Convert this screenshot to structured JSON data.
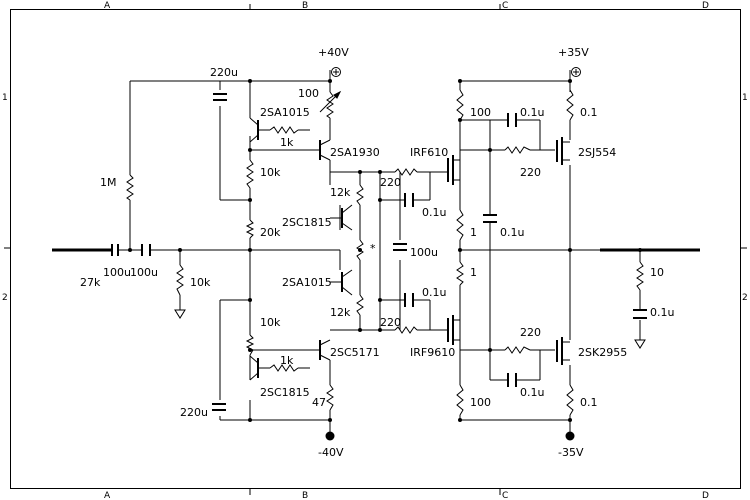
{
  "frame": {
    "columns": [
      "A",
      "B",
      "C",
      "D"
    ],
    "rows": [
      "1",
      "2"
    ]
  },
  "rails": {
    "pos_left": "+40V",
    "neg_left": "-40V",
    "pos_right": "+35V",
    "neg_right": "-35V"
  },
  "input": {
    "r_series": "27k",
    "c1": "100u",
    "c2": "100u",
    "r_shunt": "10k",
    "r_bias": "1M",
    "r_mid": "20k"
  },
  "upper_stage": {
    "c_boot": "220u",
    "pot": "100",
    "q_pnp": "2SA1015",
    "r_base": "1k",
    "r_div": "10k",
    "q_driver": "2SA1930"
  },
  "lower_stage": {
    "c_boot": "220u",
    "r_div": "10k",
    "r_base": "1k",
    "q_npn": "2SC1815",
    "q_driver": "2SC5171",
    "r_emitter": "47"
  },
  "bias": {
    "q_upper": "2SC1815",
    "q_lower": "2SA1015",
    "r_upper": "12k",
    "r_lower": "12k",
    "star": "*",
    "c_mid": "100u",
    "r_gate_upper": "220",
    "c_gate_upper": "0.1u",
    "r_gate_lower": "220",
    "c_gate_lower": "0.1u"
  },
  "output": {
    "q_nmos": "IRF610",
    "q_pmos": "IRF9610",
    "r_drain_top": "100",
    "r_drain_bot": "100",
    "r_src_top": "1",
    "r_src_bot": "1",
    "c_bridge": "0.1u",
    "c_top": "0.1u",
    "r_top": "220",
    "c_bot": "0.1u",
    "r_bot": "220",
    "q_top": "2SJ554",
    "q_bot": "2SK2955",
    "r_top_src": "0.1",
    "r_bot_src": "0.1",
    "zobel_r": "10",
    "zobel_c": "0.1u"
  }
}
